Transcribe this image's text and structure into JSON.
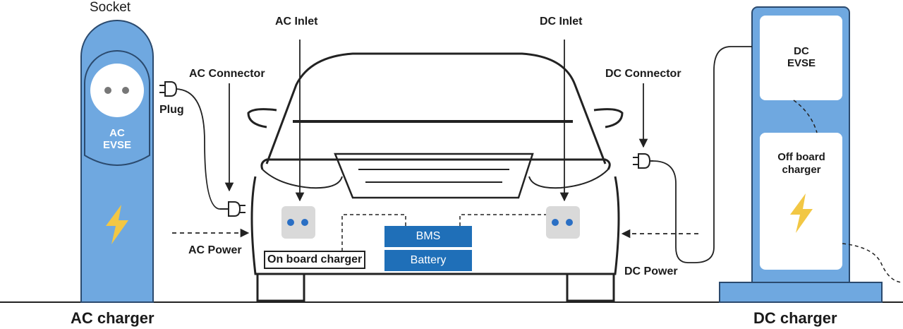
{
  "colors": {
    "station_fill": "#6fa8e0",
    "panel_fill": "#ffffff",
    "box_blue": "#1f6fb8",
    "dot_blue": "#2a6fc4",
    "bolt": "#f2c744",
    "line": "#222222",
    "socket_gray": "#d9d9d9"
  },
  "labels": {
    "socket": "Socket",
    "ac_inlet": "AC Inlet",
    "dc_inlet": "DC Inlet",
    "ac_connector": "AC Connector",
    "dc_connector": "DC Connector",
    "plug": "Plug",
    "ac_evse_line1": "AC",
    "ac_evse_line2": "EVSE",
    "dc_evse_line1": "DC",
    "dc_evse_line2": "EVSE",
    "off_board_line1": "Off board",
    "off_board_line2": "charger",
    "bms": "BMS",
    "battery": "Battery",
    "on_board_charger": "On board charger",
    "ac_power": "AC Power",
    "dc_power": "DC Power",
    "ac_charger": "AC charger",
    "dc_charger": "DC charger"
  },
  "icons": {
    "ac_bolt": "lightning-icon",
    "dc_bolt": "lightning-icon",
    "ac_plug": "plug-icon",
    "dc_plug": "plug-icon"
  }
}
